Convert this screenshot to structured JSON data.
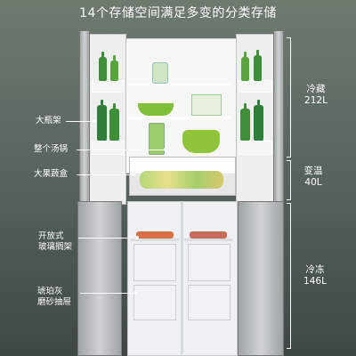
{
  "title": "14个存储空间满足多变的分类存储",
  "left_labels": [
    {
      "id": "bottle-rack",
      "text": "大瓶架"
    },
    {
      "id": "soup-pot",
      "text": "整个汤锅"
    },
    {
      "id": "crisper",
      "text": "大果蔬盒"
    },
    {
      "id": "glass-shelf",
      "text": "开放式\n玻璃搁架"
    },
    {
      "id": "drawer",
      "text": "琥珀灰\n磨砂抽屉"
    }
  ],
  "zones": [
    {
      "id": "fridge",
      "name": "冷藏",
      "volume": "212L"
    },
    {
      "id": "variable",
      "name": "变温",
      "volume": "40L"
    },
    {
      "id": "freezer",
      "name": "冷冻",
      "volume": "146L"
    }
  ],
  "colors": {
    "bottle_green": "#3f8f3a",
    "pot_green": "#8fc43a",
    "fridge_light": "#f7f8f6"
  }
}
